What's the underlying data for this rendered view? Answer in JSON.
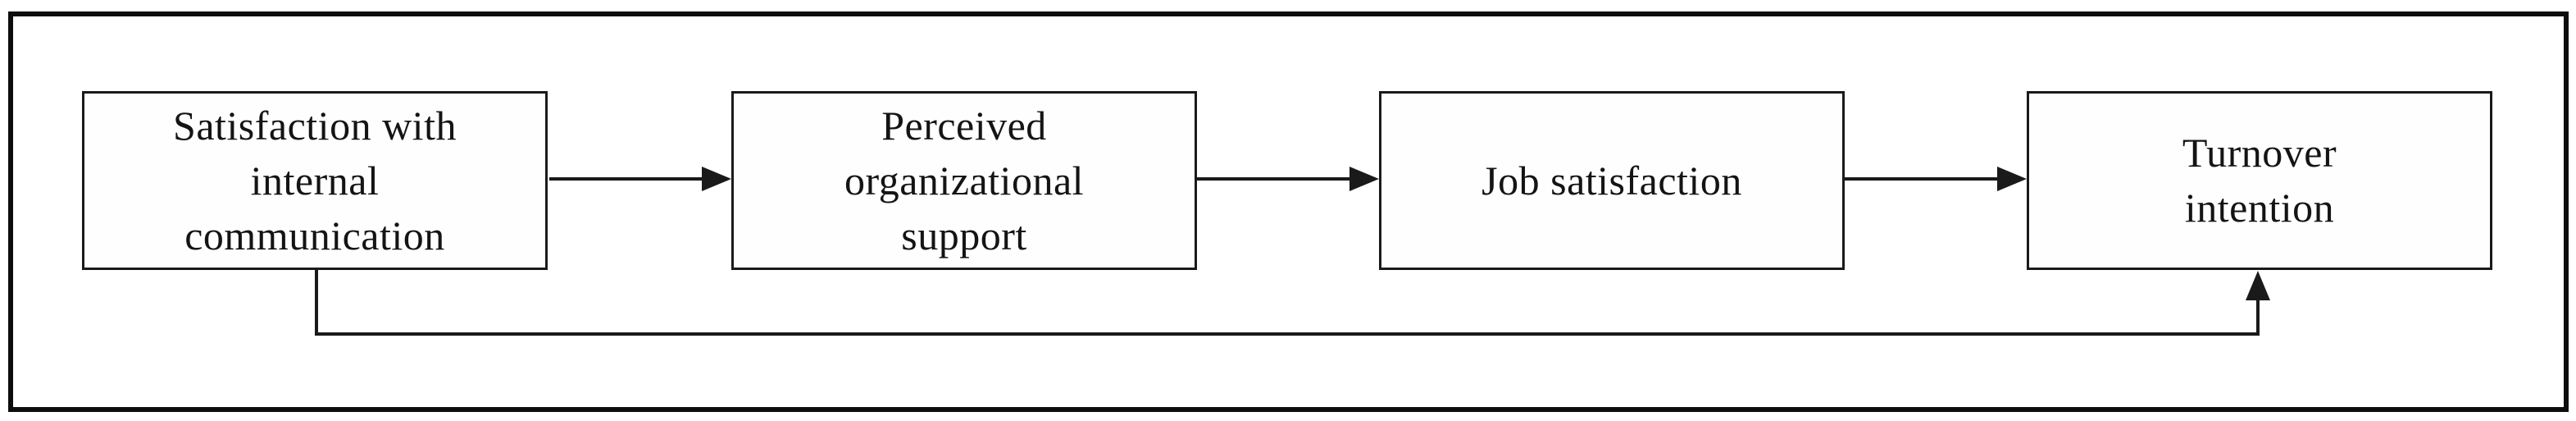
{
  "diagram": {
    "title": "",
    "background_color": "#ffffff",
    "line_color": "#1a1a1a",
    "text_color": "#141414",
    "boxes": [
      {
        "id": "satisfaction-with-internal-communication",
        "label": [
          "Satisfaction with",
          "internal",
          "communication"
        ]
      },
      {
        "id": "perceived-organizational-support",
        "label": [
          "Perceived",
          "organizational",
          "support"
        ]
      },
      {
        "id": "job-satisfaction",
        "label": [
          "Job satisfaction"
        ]
      },
      {
        "id": "turnover-intention",
        "label": [
          "Turnover",
          "intention"
        ]
      }
    ],
    "connections": [
      {
        "from": "satisfaction-with-internal-communication",
        "to": "perceived-organizational-support",
        "style": "straight-arrow"
      },
      {
        "from": "perceived-organizational-support",
        "to": "job-satisfaction",
        "style": "straight-arrow"
      },
      {
        "from": "job-satisfaction",
        "to": "turnover-intention",
        "style": "straight-arrow"
      },
      {
        "from": "satisfaction-with-internal-communication",
        "to": "turnover-intention",
        "style": "elbow-arrow-bottom"
      }
    ]
  }
}
